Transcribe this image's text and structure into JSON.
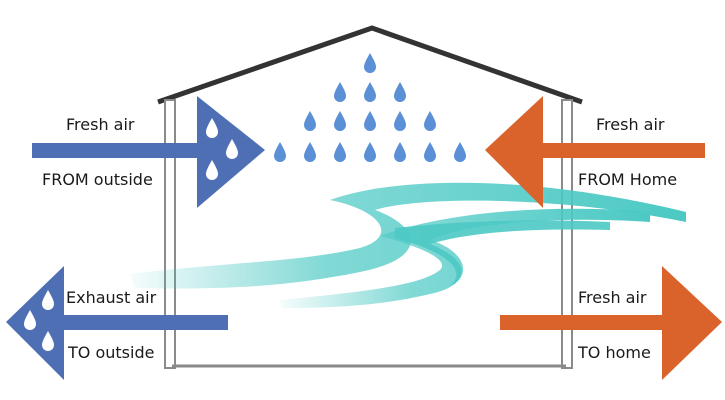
{
  "labels": {
    "fresh_air_from_outside_line1": "Fresh air",
    "fresh_air_from_outside_line2": "FROM outside",
    "fresh_air_from_home_line1": "Fresh air",
    "fresh_air_from_home_line2": "FROM Home",
    "exhaust_air_to_outside_line1": "Exhaust air",
    "exhaust_air_to_outside_line2": "TO outside",
    "fresh_air_to_home_line1": "Fresh air",
    "fresh_air_to_home_line2": "TO home"
  },
  "colors": {
    "outside_air_arrow": "#4f6fb5",
    "home_air_arrow": "#d9632a",
    "droplet": "#5b8fd6",
    "airflow": "#4cc9c4",
    "house_outline": "#333333",
    "wall": "#b5b5b5"
  },
  "icons": {
    "droplet": "water-droplet-icon"
  }
}
